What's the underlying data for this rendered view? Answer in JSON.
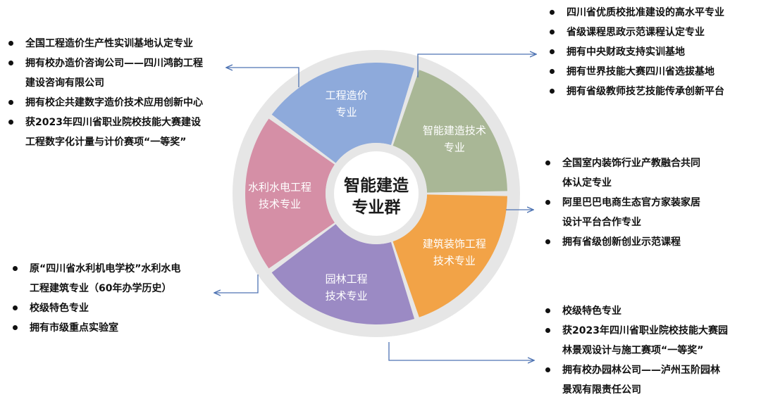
{
  "center": {
    "line1": "智能建造",
    "line2": "专业群"
  },
  "segments": [
    {
      "id": "gczj",
      "line1": "工程造价",
      "line2": "专业",
      "color": "#8eaadb"
    },
    {
      "id": "znjz",
      "line1": "智能建造技术",
      "line2": "专业",
      "color": "#a9b796"
    },
    {
      "id": "jzzs",
      "line1": "建筑装饰工程",
      "line2": "技术专业",
      "color": "#f2a347"
    },
    {
      "id": "yllgc",
      "line1": "园林工程",
      "line2": "技术专业",
      "color": "#9b8ac4"
    },
    {
      "id": "slsd",
      "line1": "水利水电工程",
      "line2": "技术专业",
      "color": "#d58fa6"
    }
  ],
  "colors": {
    "ring": "#e6e6e6",
    "arrow": "#4f74b3",
    "center_fill": "#ffffff"
  },
  "lists": {
    "top_left": [
      [
        "全国工程造价生产性实训基地认定专业"
      ],
      [
        "拥有校办造价咨询公司——四川鸿韵工程",
        "建设咨询有限公司"
      ],
      [
        "拥有校企共建数字造价技术应用创新中心"
      ],
      [
        "获2023年四川省职业院校技能大赛建设",
        "工程数字化计量与计价赛项“一等奖”"
      ]
    ],
    "top_right": [
      [
        "四川省优质校批准建设的高水平专业"
      ],
      [
        "省级课程思政示范课程认定专业"
      ],
      [
        "拥有中央财政支持实训基地"
      ],
      [
        "拥有世界技能大赛四川省选拔基地"
      ],
      [
        "拥有省级教师技艺技能传承创新平台"
      ]
    ],
    "right": [
      [
        "全国室内装饰行业产教融合共同",
        "体认定专业"
      ],
      [
        "阿里巴巴电商生态官方家装家居",
        "设计平台合作专业"
      ],
      [
        "拥有省级创新创业示范课程"
      ]
    ],
    "left": [
      [
        "原“四川省水利机电学校”水利水电",
        "工程建筑专业（60年办学历史）"
      ],
      [
        "校级特色专业"
      ],
      [
        "拥有市级重点实验室"
      ]
    ],
    "bottom_right": [
      [
        "校级特色专业"
      ],
      [
        "获2023年四川省职业院校技能大赛园",
        "林景观设计与施工赛项“一等奖”"
      ],
      [
        "拥有校办园林公司——泸州玉阶园林",
        "景观有限责任公司"
      ]
    ]
  }
}
